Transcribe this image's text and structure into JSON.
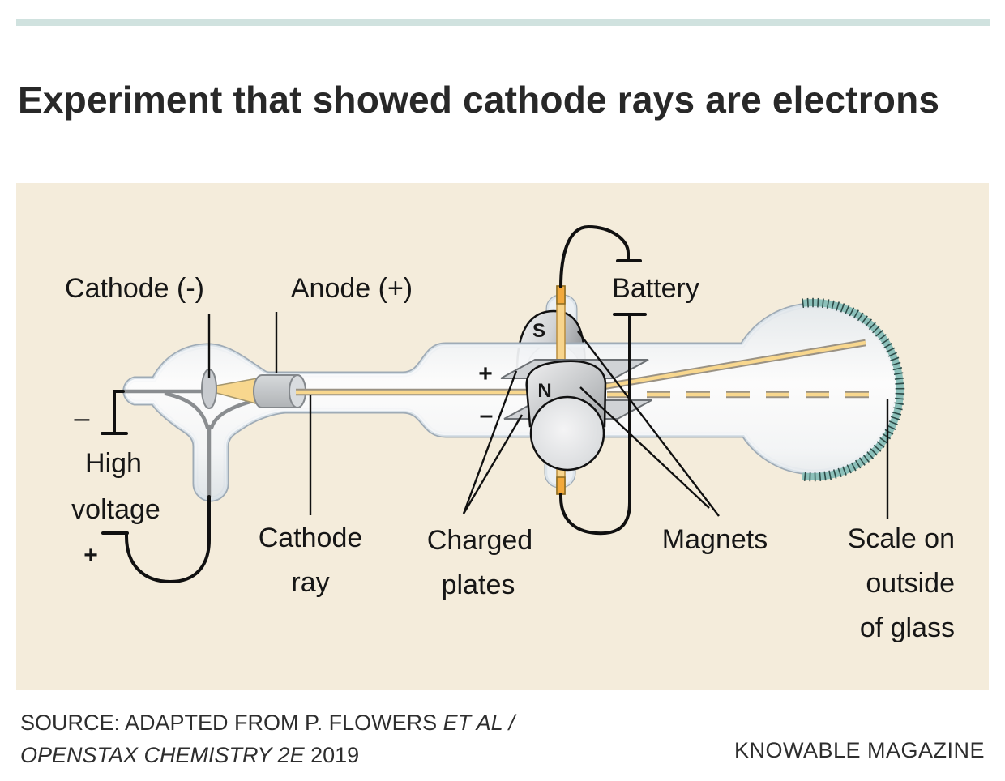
{
  "title": "Experiment that showed cathode rays are electrons",
  "colors": {
    "accent_bar": "#d0e2df",
    "panel_background": "#f4ecdb",
    "beam_yellow": "#f8d78e",
    "scale_band_teal": "#8cc0ba"
  },
  "diagram": {
    "labels": {
      "cathode": "Cathode (-)",
      "anode": "Anode (+)",
      "battery": "Battery",
      "high_voltage_line1": "High",
      "high_voltage_line2": "voltage",
      "hv_minus": "–",
      "hv_plus": "+",
      "cathode_ray_line1": "Cathode",
      "cathode_ray_line2": "ray",
      "charged_plates_line1": "Charged",
      "charged_plates_line2": "plates",
      "magnets": "Magnets",
      "scale_line1": "Scale on",
      "scale_line2": "outside",
      "scale_line3": "of glass",
      "plate_plus": "+",
      "plate_minus": "–",
      "magnet_south": "S",
      "magnet_north": "N"
    }
  },
  "footer": {
    "source_prefix": "SOURCE: ADAPTED FROM P. FLOWERS ",
    "source_italic1": "ET AL /",
    "source_italic2": "OPENSTAX CHEMISTRY 2E",
    "source_year": " 2019",
    "credit": "KNOWABLE MAGAZINE"
  }
}
